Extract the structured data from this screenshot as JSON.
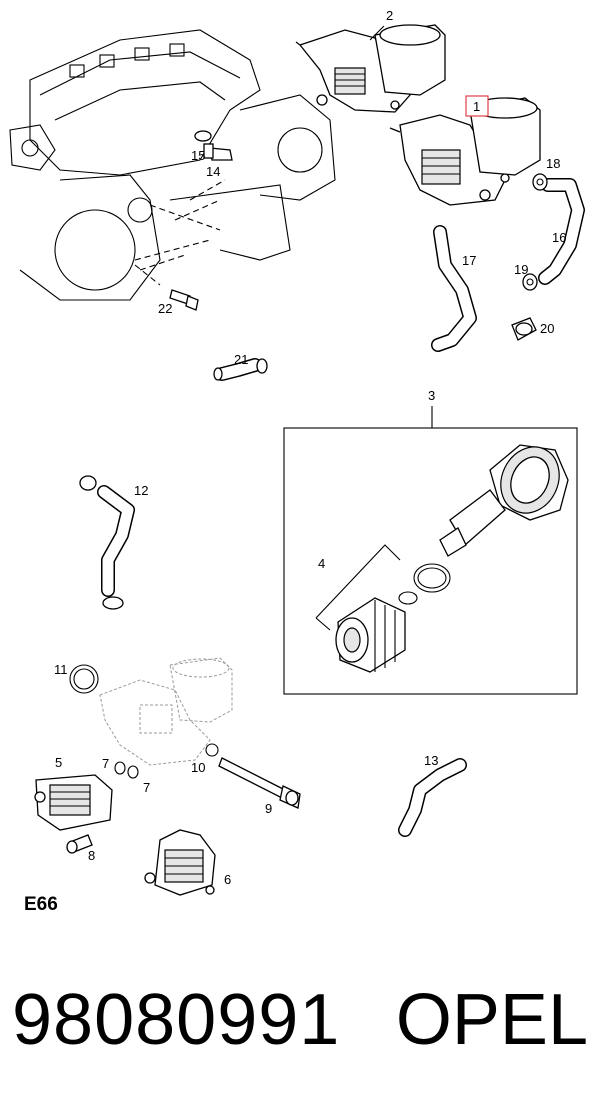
{
  "callouts": {
    "c1": "1",
    "c2": "2",
    "c3": "3",
    "c4": "4",
    "c5": "5",
    "c6": "6",
    "c7a": "7",
    "c7b": "7",
    "c8": "8",
    "c9": "9",
    "c10": "10",
    "c11": "11",
    "c12": "12",
    "c13": "13",
    "c14": "14",
    "c15": "15",
    "c16": "16",
    "c17": "17",
    "c18": "18",
    "c19": "19",
    "c20": "20",
    "c21": "21",
    "c22": "22"
  },
  "highlight_color": "#e0404a",
  "diagram_code": "E66",
  "footer": {
    "part_number": "98080991",
    "brand": "OPEL"
  }
}
